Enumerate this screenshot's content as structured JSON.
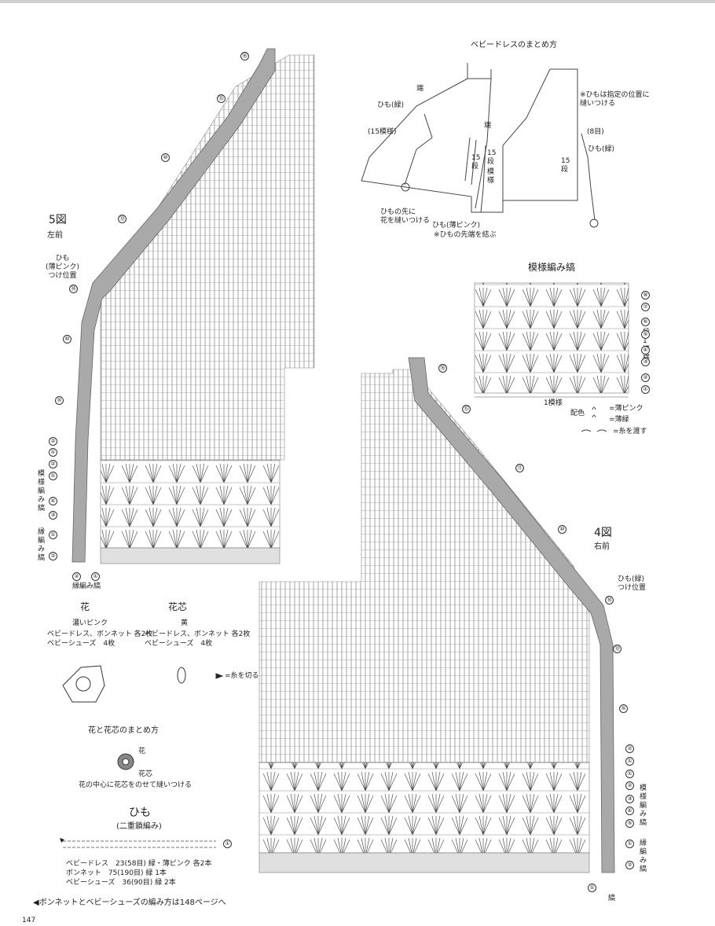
{
  "page_number": "147",
  "top_right": {
    "title": "ベビードレスのまとめ方",
    "labels": {
      "edge": "端",
      "himo_green": "ひも(緑)",
      "pattern15": "(15模様)",
      "note_right": "※ひもは指定の位置に\n縫いつける",
      "edge2": "端",
      "dan15a": "15\n段",
      "dan15b": "15\n段",
      "dan15c": "15\n段",
      "moyo": "模\n様",
      "row8": "(8目)",
      "himo_green2": "ひも(緑)",
      "flower_note": "ひもの先に\n花を縫いつける",
      "himo_pink": "ひも(薄ピンク)",
      "tie_note": "※ひもの先端を結ぶ"
    }
  },
  "pattern_swatch": {
    "title": "模様編み縞",
    "repeat_label": "1模様",
    "repeat_side": "4\n段\n1\n模\n様",
    "color_label": "配色",
    "color_1": "=薄ピンク",
    "color_2": "=薄緑",
    "yarn_note": "=糸を渡す"
  },
  "fig5": {
    "number": "5図",
    "name": "左前",
    "himo_label": "ひも\n(薄ピンク)\nつけ位置",
    "left_pattern": "模\n様\n編\nみ\n縞",
    "left_edge": "縁\n編\nみ\n縞",
    "bottom_label": "縁編み縞"
  },
  "fig4": {
    "number": "4図",
    "name": "右前",
    "himo_label": "ひも(緑)\nつけ位置",
    "right_pattern": "模\n様\n編\nみ\n縞",
    "right_edge": "縁\n編\nみ\n縞",
    "bottom_label": "縞"
  },
  "flower": {
    "title": "花",
    "color": "濃いピンク",
    "line1": "ベビードレス、ボンネット 各2枚",
    "line2": "ベビーシューズ　4枚"
  },
  "flower_core": {
    "title": "花芯",
    "color": "黄",
    "line1": "ベビードレス、ボンネット 各2枚",
    "line2": "ベビーシューズ　4枚"
  },
  "cut_note": "=糸を切る",
  "assembly": {
    "title": "花と花芯のまとめ方",
    "label_flower": "花",
    "label_core": "花芯",
    "note": "花の中心に花芯をのせて縫いつける"
  },
  "himo": {
    "title": "ひも",
    "subtitle": "(二重鎖編み)",
    "rows": [
      "ベビードレス　23(58目) 緑・薄ピンク 各2本",
      "ボンネット　75(190目) 緑 1本",
      "ベビーシューズ　36(90目) 緑 2本"
    ]
  },
  "footer_note": "◀ボンネットとベビーシューズの編み方は148ページへ",
  "row_marks_fig5": [
    "⑯",
    "⑮",
    "⑩",
    "⑬",
    "⑭",
    "⑩",
    "⑤",
    "②",
    "①",
    "②",
    "①",
    "④",
    "③",
    "②",
    "①",
    "②",
    "①"
  ],
  "row_marks_fig4": [
    "⑯",
    "⑮",
    "⑪",
    "⑩",
    "⑭",
    "⑬",
    "⑤",
    "②",
    "①",
    "②",
    "①",
    "④",
    "③",
    "⑤",
    "①",
    "②",
    "①"
  ],
  "swatch_marks": [
    "⑧",
    "⑦",
    "⑥",
    "⑤",
    "④",
    "③",
    "②",
    "①"
  ]
}
